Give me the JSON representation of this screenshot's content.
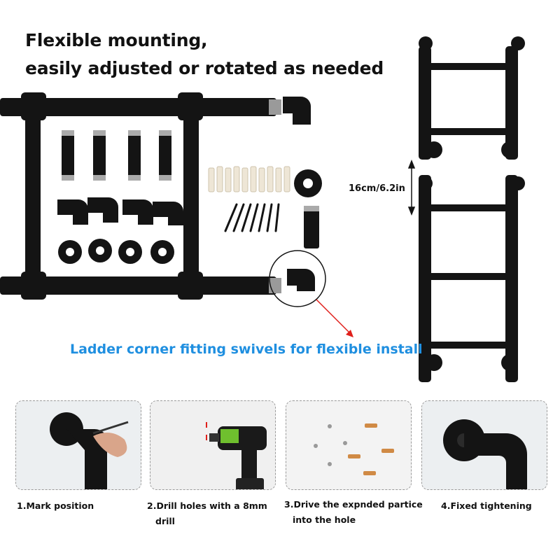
{
  "headline": {
    "line1": "Flexible mounting,",
    "line2": "easily adjusted or rotated as needed"
  },
  "callout": "Ladder corner fitting swivels for flexible install",
  "dimension_label": "16cm/6.2in",
  "steps": [
    {
      "line1": "1.Mark position",
      "line2": ""
    },
    {
      "line1": "2.Drill holes with a 8mm",
      "line2": "drill"
    },
    {
      "line1": "3.Drive the expnded partice",
      "line2": "into the hole"
    },
    {
      "line1": "4.Fixed tightening",
      "line2": ""
    }
  ],
  "colors": {
    "pipe": "#141414",
    "accent_blue": "#1f8fe0",
    "arrow_red": "#e0201b",
    "anchor_plug": "#eee6d6",
    "brass": "#d08a45"
  }
}
